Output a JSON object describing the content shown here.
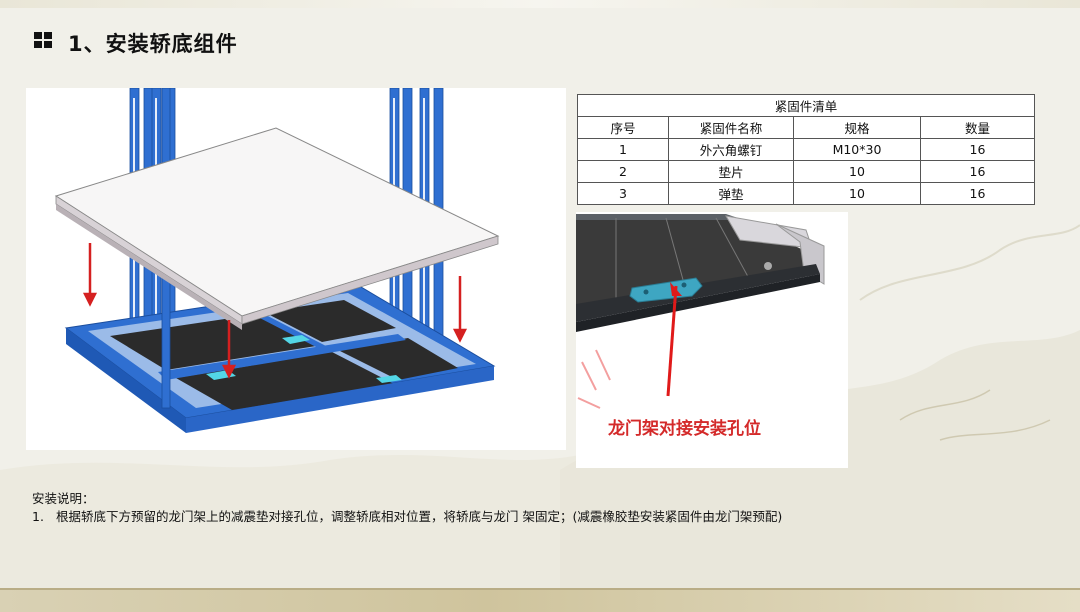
{
  "page": {
    "title": "1、安装轿底组件"
  },
  "icons": {
    "title": "grid-squares-icon"
  },
  "colors": {
    "frame_blue": "#2f6fd1",
    "mat_dark": "#2b2b2b",
    "arrow_red": "#d52020",
    "background": "#f1f0e9"
  },
  "fastener_table": {
    "caption": "紧固件清单",
    "headers": [
      "序号",
      "紧固件名称",
      "规格",
      "数量"
    ],
    "rows": [
      [
        "1",
        "外六角螺钉",
        "M10*30",
        "16"
      ],
      [
        "2",
        "垫片",
        "10",
        "16"
      ],
      [
        "3",
        "弹垫",
        "10",
        "16"
      ]
    ]
  },
  "detail_photo": {
    "callout": "龙门架对接安装孔位"
  },
  "notes": {
    "heading": "安装说明：",
    "items": [
      {
        "num": "1.",
        "text": "根据轿底下方预留的龙门架上的减震垫对接孔位，调整轿底相对位置，将轿底与龙门 架固定；(减震橡胶垫安装紧固件由龙门架预配)"
      }
    ]
  }
}
